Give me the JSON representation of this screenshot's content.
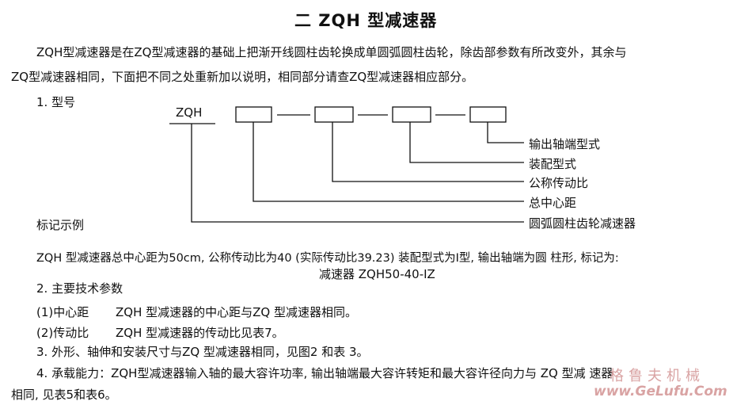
{
  "section_title": "二  ZQH 型减速器",
  "intro_line1": "ZQH型减速器是在ZQ型减速器的基础上把渐开线圆柱齿轮换成单圆弧圆柱齿轮，除齿部参数有所改变外，其余与",
  "intro_line2": "ZQ型减速器相同，下面把不同之处重新加以说明，相同部分请查ZQ型减速器相应部分。",
  "model": {
    "heading": "1. 型号",
    "prefix": "ZQH",
    "labels": [
      "输出轴端型式",
      "装配型式",
      "公称传动比",
      "总中心距",
      "圆弧圆柱齿轮减速器"
    ]
  },
  "example": {
    "heading": "标记示例",
    "line1": "ZQH 型减速器总中心距为50cm, 公称传动比为40 (实际传动比39.23) 装配型式为I型, 输出轴端为圆 柱形, 标记为:",
    "line2": "减速器 ZQH50-40-IZ"
  },
  "tech": {
    "heading": "2. 主要技术参数",
    "item1_label": "(1)中心距",
    "item1_text": "ZQH 型减速器的中心距与ZQ 型减速器相同。",
    "item2_label": "(2)传动比",
    "item2_text": "ZQH 型减速器的传动比见表7。",
    "item3": "3. 外形、轴伸和安装尺寸与ZQ 型减速器相同，见图2 和表 3。",
    "item4_line1": "4. 承载能力：ZQH型减速器输入轴的最大容许功率, 输出轴端最大容许转矩和最大容许径向力与 ZQ 型减 速器",
    "item4_line2": "相同, 见表5和表6。"
  },
  "watermark": {
    "cn": "格鲁夫机械",
    "url": "www.GeLufu.Com",
    "color": "#d9a3a3"
  }
}
